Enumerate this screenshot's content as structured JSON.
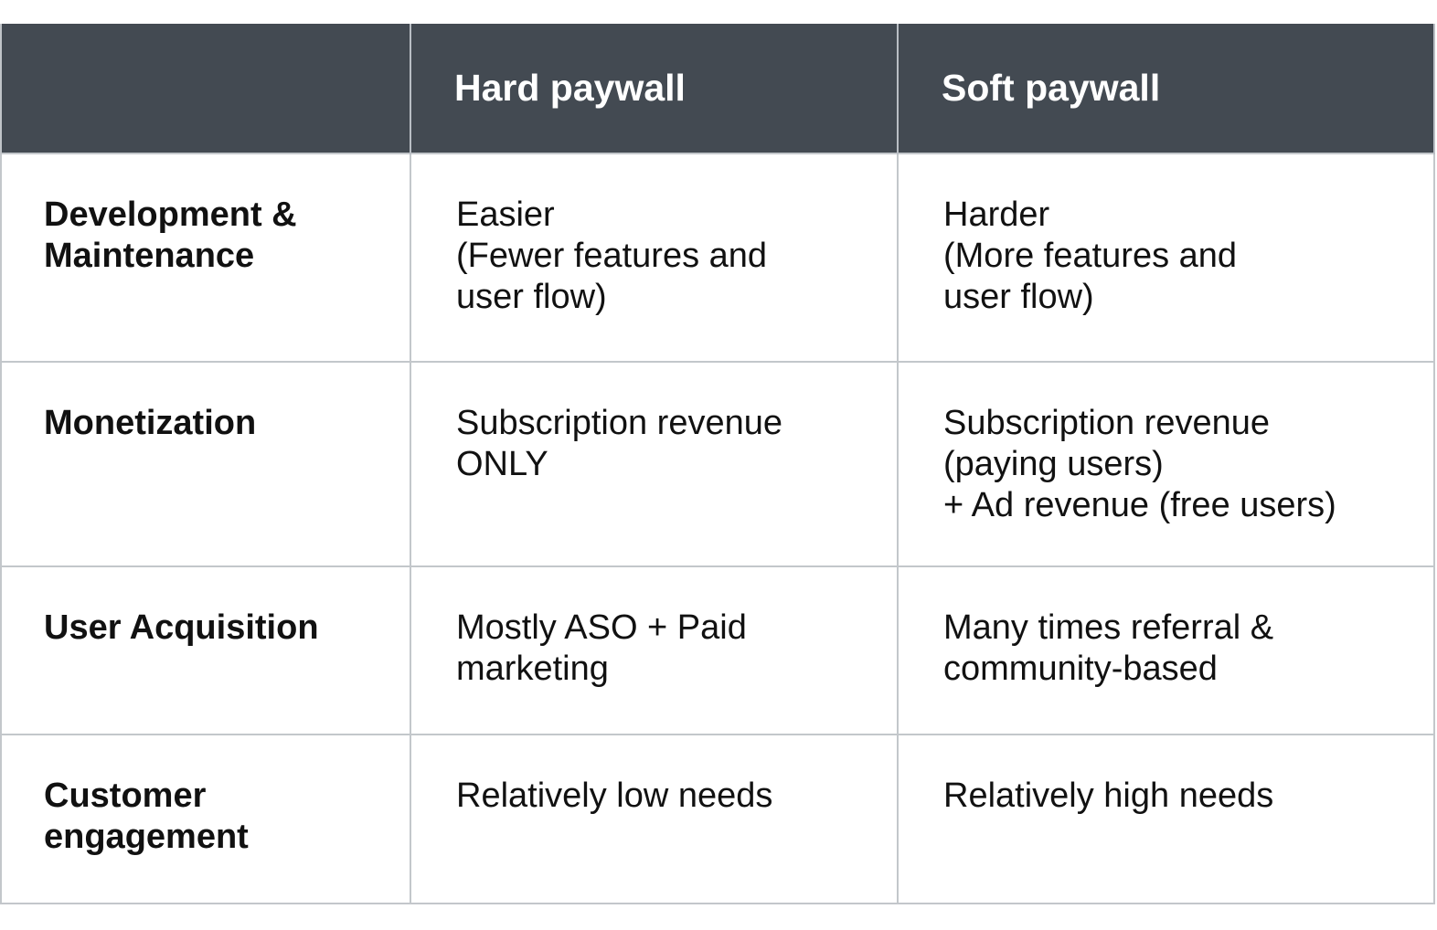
{
  "table": {
    "headers": [
      "",
      "Hard paywall",
      "Soft paywall"
    ],
    "rows": [
      {
        "label": "Development &\nMaintenance",
        "hard": "Easier\n(Fewer features and\nuser flow)",
        "soft": "Harder\n(More features and\nuser flow)"
      },
      {
        "label": "Monetization",
        "hard": "Subscription revenue\nONLY",
        "soft": "Subscription revenue\n(paying users)\n+ Ad revenue (free users)"
      },
      {
        "label": "User Acquisition",
        "hard": "Mostly ASO + Paid\nmarketing",
        "soft": "Many times referral &\ncommunity-based"
      },
      {
        "label": "Customer\nengagement",
        "hard": "Relatively low needs",
        "soft": "Relatively high needs"
      }
    ]
  },
  "colors": {
    "header_bg": "#434a52",
    "header_text": "#ffffff",
    "border": "#c3c7cb",
    "body_text": "#111111"
  }
}
